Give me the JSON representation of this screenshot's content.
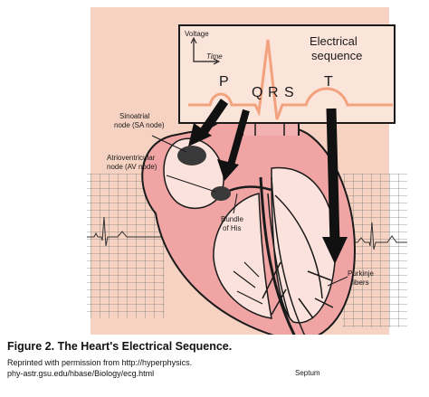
{
  "inset": {
    "voltage_label": "Voltage",
    "time_label": "Time",
    "title_line1": "Electrical",
    "title_line2": "sequence",
    "waves": {
      "p": "P",
      "q": "Q",
      "r": "R",
      "s": "S",
      "t": "T"
    }
  },
  "labels": {
    "sa_node_line1": "Sinoatrial",
    "sa_node_line2": "node (SA node)",
    "av_node_line1": "Atrioventricular",
    "av_node_line2": "node (AV node)",
    "bundle_line1": "Bundle",
    "bundle_line2": "of His",
    "purkinje_line1": "Purkinje",
    "purkinje_line2": "fibers",
    "septum": "Septum"
  },
  "caption": {
    "title": "Figure 2. The Heart's Electrical Sequence.",
    "line1": "Reprinted with permission from http://hyperphysics.",
    "line2": "phy-astr.gsu.edu/hbase/Biology/ecg.html"
  },
  "colors": {
    "background_panel": "#f6d2c2",
    "ecg_grid": "#8a8a8a",
    "heart_wall": "#f0a4a4",
    "heart_outline": "#1a1a1a",
    "node_fill": "#3a3a3a",
    "arrows": "#111111"
  }
}
